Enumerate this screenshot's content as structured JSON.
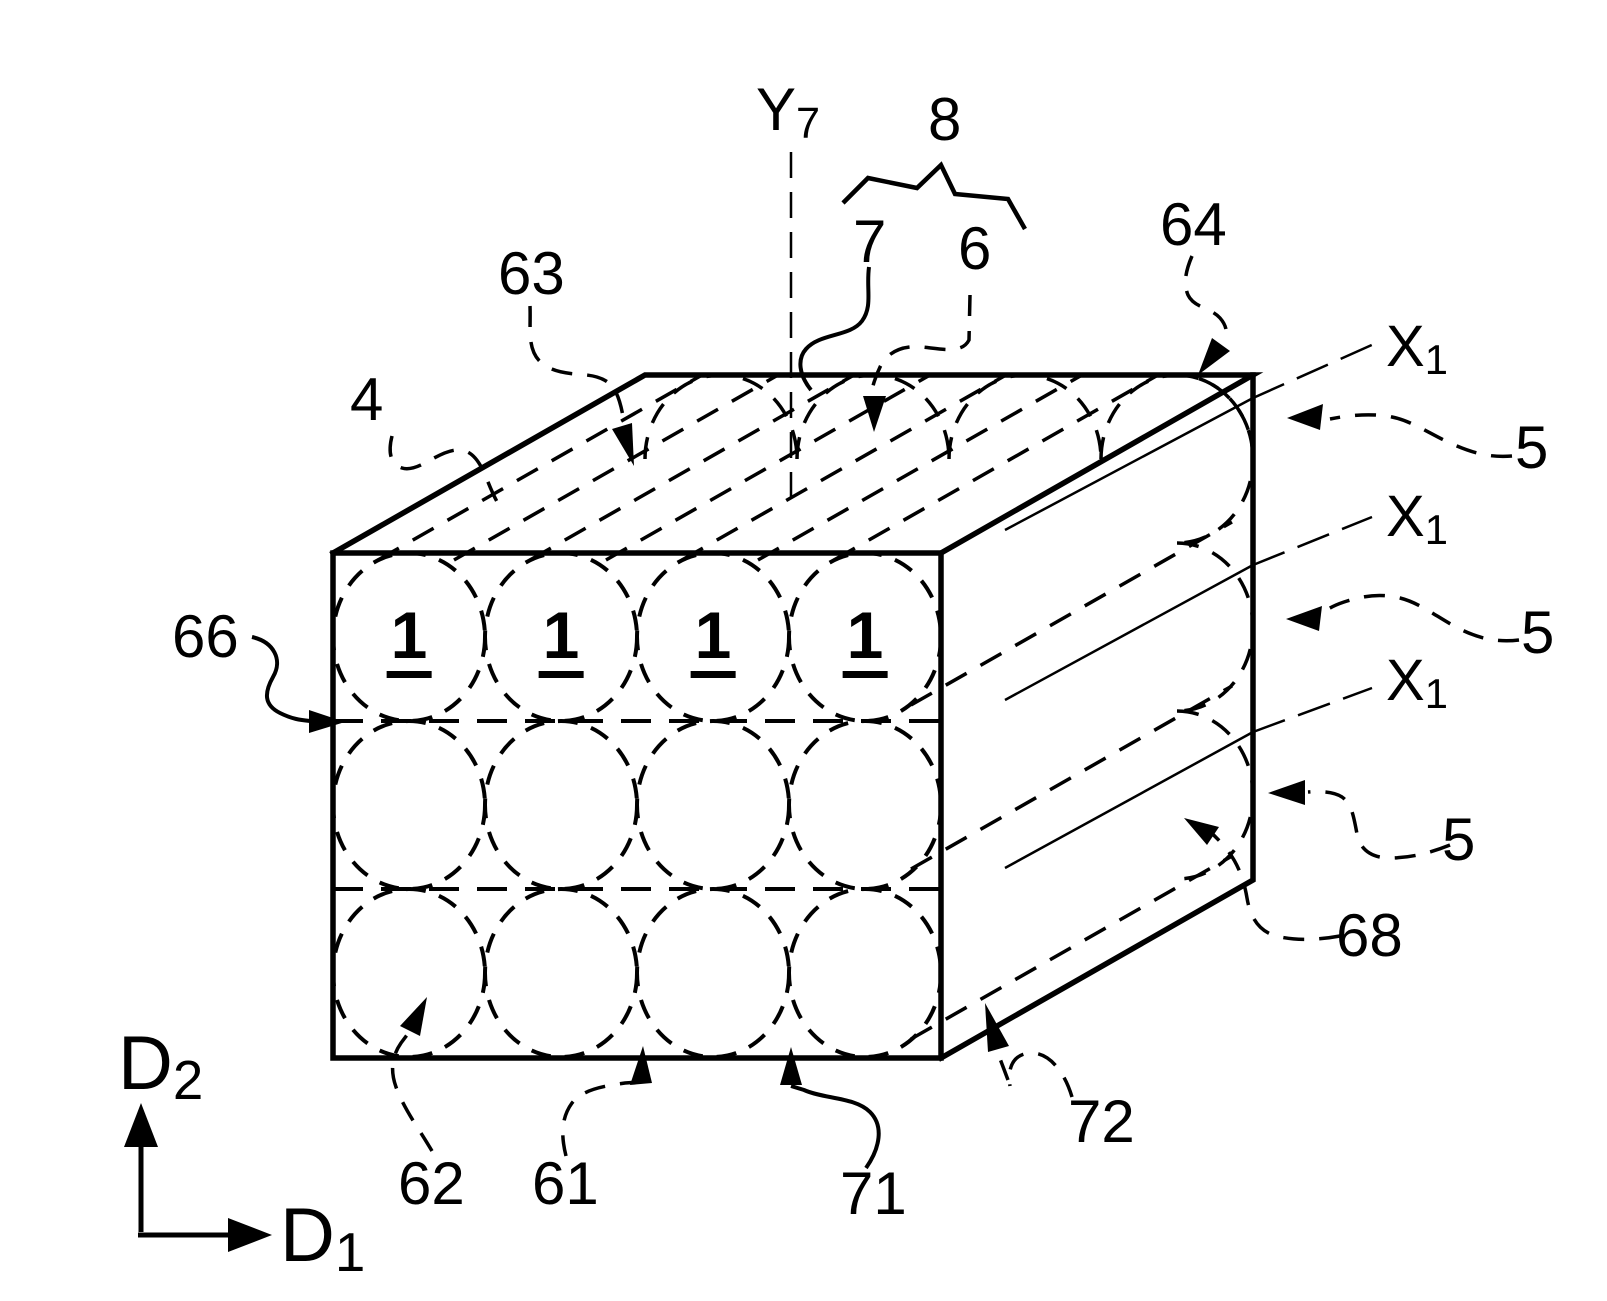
{
  "figure": {
    "kind": "patent-style technical drawing",
    "background_color": "#ffffff",
    "ink_color": "#000000"
  },
  "labels": {
    "y7": {
      "base": "Y",
      "sub": "7"
    },
    "n8": {
      "text": "8"
    },
    "n7": {
      "text": "7"
    },
    "n6": {
      "text": "6"
    },
    "n64": {
      "text": "64"
    },
    "n63": {
      "text": "63"
    },
    "n4": {
      "text": "4"
    },
    "x1_top": {
      "base": "X",
      "sub": "1"
    },
    "x1_mid": {
      "base": "X",
      "sub": "1"
    },
    "x1_bot": {
      "base": "X",
      "sub": "1"
    },
    "n5_top": {
      "text": "5"
    },
    "n5_mid": {
      "text": "5"
    },
    "n5_bot": {
      "text": "5"
    },
    "n66": {
      "text": "66"
    },
    "n68": {
      "text": "68"
    },
    "n72": {
      "text": "72"
    },
    "n71": {
      "text": "71"
    },
    "n61": {
      "text": "61"
    },
    "n62": {
      "text": "62"
    },
    "d1": {
      "base": "D",
      "sub": "1"
    },
    "d2": {
      "base": "D",
      "sub": "2"
    }
  },
  "front_face": {
    "rows": 3,
    "columns": 4,
    "cell_labels": [
      "1",
      "1",
      "1",
      "1"
    ]
  }
}
